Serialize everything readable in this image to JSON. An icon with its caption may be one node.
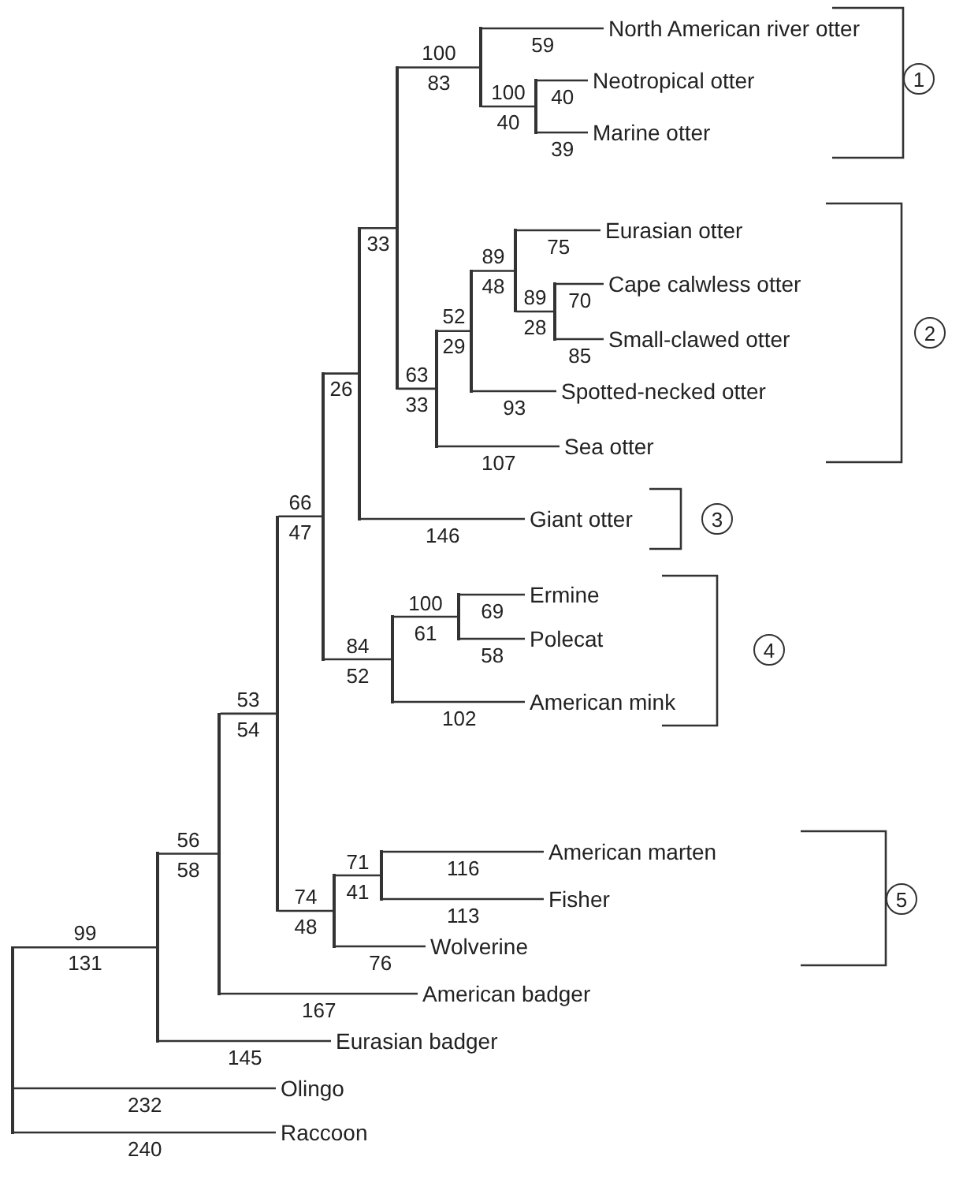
{
  "diagram": {
    "nodes": [
      {
        "text": [],
        "shape": "line"
      },
      {
        "text": [],
        "shape": "line",
        "beside": [
          "99"
        ]
      },
      {
        "text": [],
        "shape": "line",
        "beside": [
          "56"
        ]
      },
      {
        "text": [],
        "shape": "line",
        "beside": [
          "53"
        ]
      },
      {
        "text": [],
        "shape": "line",
        "beside": [
          "66"
        ]
      },
      {
        "text": [],
        "shape": "line"
      },
      {
        "text": [],
        "shape": "line"
      },
      {
        "text": [],
        "shape": "line",
        "beside": [
          "100"
        ]
      },
      {
        "text": [
          "North American river otter"
        ]
      },
      {
        "text": [],
        "shape": "line",
        "beside": [
          "100"
        ]
      },
      {
        "text": [
          "Neotropical otter"
        ]
      },
      {
        "text": [
          "Marine otter"
        ]
      },
      {
        "text": [],
        "shape": "line",
        "beside": [
          "63"
        ]
      },
      {
        "text": [],
        "shape": "line",
        "beside": [
          "52"
        ]
      },
      {
        "text": [],
        "shape": "line",
        "beside": [
          "89"
        ]
      },
      {
        "text": [
          "Eurasian otter"
        ]
      },
      {
        "text": [],
        "shape": "line",
        "beside": [
          "89"
        ]
      },
      {
        "text": [
          "Cape calwless otter"
        ]
      },
      {
        "text": [
          "Small-clawed otter"
        ]
      },
      {
        "text": [
          "Spotted-necked otter"
        ]
      },
      {
        "text": [
          "Sea otter"
        ]
      },
      {
        "text": [
          "Giant otter"
        ]
      },
      {
        "text": [],
        "shape": "line",
        "beside": [
          "84"
        ]
      },
      {
        "text": [],
        "shape": "line",
        "beside": [
          "100"
        ]
      },
      {
        "text": [
          "Ermine"
        ]
      },
      {
        "text": [
          "Polecat"
        ]
      },
      {
        "text": [
          "American mink"
        ]
      },
      {
        "text": [],
        "shape": "line",
        "beside": [
          "74"
        ]
      },
      {
        "text": [],
        "shape": "line",
        "beside": [
          "71"
        ]
      },
      {
        "text": [
          "American marten"
        ]
      },
      {
        "text": [
          "Fisher"
        ]
      },
      {
        "text": [
          "Wolverine"
        ]
      },
      {
        "text": [
          "American badger"
        ]
      },
      {
        "text": [
          "Eurasian badger"
        ]
      },
      {
        "text": [
          "Olingo"
        ]
      },
      {
        "text": [
          "Raccoon"
        ]
      },
      {
        "text": [
          "1"
        ]
      },
      {
        "text": [
          "2"
        ]
      },
      {
        "text": [
          "3"
        ]
      },
      {
        "text": [
          "4"
        ]
      },
      {
        "text": [
          "5"
        ]
      }
    ],
    "edges": [
      {
        "from": 0,
        "to": 1,
        "arrow": "none",
        "label": "131"
      },
      {
        "from": 1,
        "to": 2,
        "arrow": "none",
        "label": "58"
      },
      {
        "from": 2,
        "to": 3,
        "arrow": "none",
        "label": "54"
      },
      {
        "from": 3,
        "to": 4,
        "arrow": "none",
        "label": "47"
      },
      {
        "from": 4,
        "to": 5,
        "arrow": "none",
        "label": "26"
      },
      {
        "from": 5,
        "to": 6,
        "arrow": "none",
        "label": "33"
      },
      {
        "from": 6,
        "to": 7,
        "arrow": "none",
        "label": "83"
      },
      {
        "from": 7,
        "to": 8,
        "arrow": "none",
        "label": "59"
      },
      {
        "from": 7,
        "to": 9,
        "arrow": "none",
        "label": "40"
      },
      {
        "from": 9,
        "to": 10,
        "arrow": "none",
        "label": "40"
      },
      {
        "from": 9,
        "to": 11,
        "arrow": "none",
        "label": "39"
      },
      {
        "from": 6,
        "to": 12,
        "arrow": "none",
        "label": "33"
      },
      {
        "from": 12,
        "to": 13,
        "arrow": "none",
        "label": "29"
      },
      {
        "from": 13,
        "to": 14,
        "arrow": "none",
        "label": "48"
      },
      {
        "from": 14,
        "to": 15,
        "arrow": "none",
        "label": "75"
      },
      {
        "from": 14,
        "to": 16,
        "arrow": "none",
        "label": "28"
      },
      {
        "from": 16,
        "to": 17,
        "arrow": "none",
        "label": "70"
      },
      {
        "from": 16,
        "to": 18,
        "arrow": "none",
        "label": "85"
      },
      {
        "from": 13,
        "to": 19,
        "arrow": "none",
        "label": "93"
      },
      {
        "from": 12,
        "to": 20,
        "arrow": "none",
        "label": "107"
      },
      {
        "from": 5,
        "to": 21,
        "arrow": "none",
        "label": "146"
      },
      {
        "from": 4,
        "to": 22,
        "arrow": "none",
        "label": "52"
      },
      {
        "from": 22,
        "to": 23,
        "arrow": "none",
        "label": "61"
      },
      {
        "from": 23,
        "to": 24,
        "arrow": "none",
        "label": "69"
      },
      {
        "from": 23,
        "to": 25,
        "arrow": "none",
        "label": "58"
      },
      {
        "from": 22,
        "to": 26,
        "arrow": "none",
        "label": "102"
      },
      {
        "from": 3,
        "to": 27,
        "arrow": "none",
        "label": "48"
      },
      {
        "from": 27,
        "to": 28,
        "arrow": "none",
        "label": "41"
      },
      {
        "from": 28,
        "to": 29,
        "arrow": "none",
        "label": "116"
      },
      {
        "from": 28,
        "to": 30,
        "arrow": "none",
        "label": "113"
      },
      {
        "from": 27,
        "to": 31,
        "arrow": "none",
        "label": "76"
      },
      {
        "from": 2,
        "to": 32,
        "arrow": "none",
        "label": "167"
      },
      {
        "from": 1,
        "to": 33,
        "arrow": "none",
        "label": "145"
      },
      {
        "from": 0,
        "to": 34,
        "arrow": "none",
        "label": "232"
      },
      {
        "from": 0,
        "to": 35,
        "arrow": "none",
        "label": "240"
      }
    ]
  }
}
